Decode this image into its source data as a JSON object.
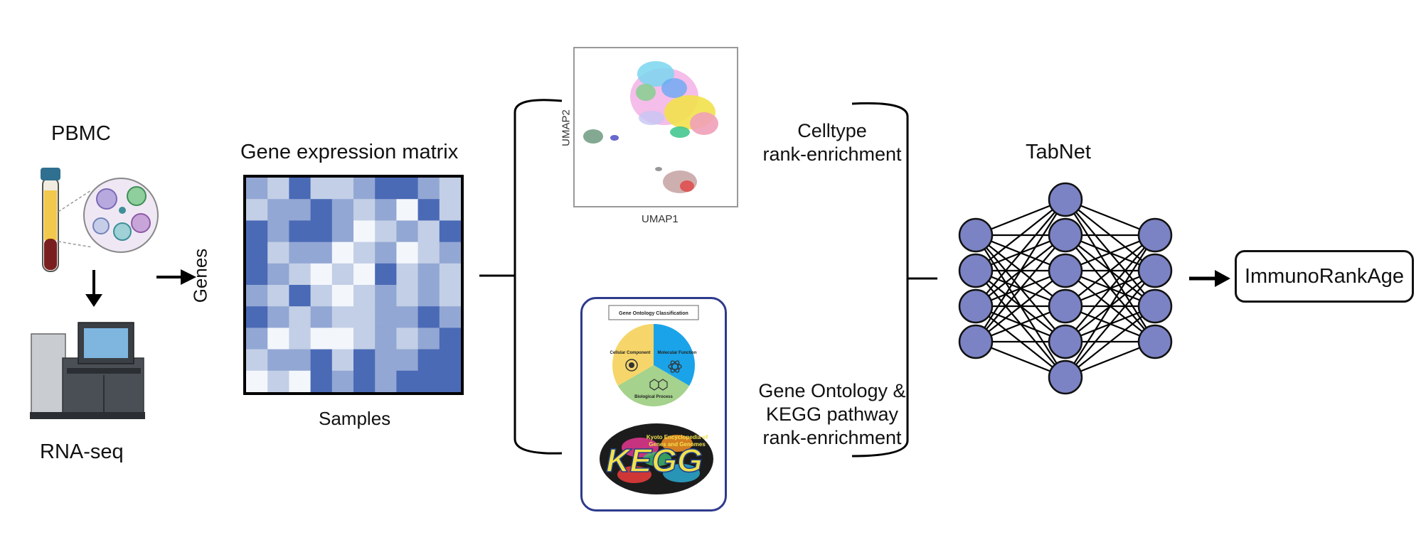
{
  "labels": {
    "pbmc": "PBMC",
    "rnaseq": "RNA-seq",
    "matrix_title": "Gene expression matrix",
    "genes": "Genes",
    "samples": "Samples",
    "umap1": "UMAP1",
    "umap2": "UMAP2",
    "celltype_line1": "Celltype",
    "celltype_line2": "rank-enrichment",
    "go_line1": "Gene Ontology &",
    "go_line2": "KEGG pathway",
    "go_line3": "rank-enrichment",
    "tabnet": "TabNet",
    "output": "ImmunoRankAge"
  },
  "go_panel": {
    "title": "Gene Ontology Classification",
    "cellular": "Cellular Component",
    "molecular": "Molecular Function",
    "biological": "Biological Process"
  },
  "kegg": {
    "logo": "KEGG",
    "tagline_1": "Kyoto Encyclopedia of",
    "tagline_2": "Genes and Genomes"
  },
  "matrix": {
    "rows": 10,
    "cols": 10,
    "levels": [
      [
        2,
        1,
        3,
        1,
        1,
        2,
        3,
        3,
        2,
        1
      ],
      [
        1,
        2,
        2,
        3,
        2,
        1,
        2,
        0,
        3,
        1
      ],
      [
        3,
        2,
        3,
        3,
        2,
        0,
        1,
        2,
        1,
        3
      ],
      [
        3,
        1,
        2,
        2,
        0,
        1,
        2,
        0,
        1,
        2
      ],
      [
        3,
        2,
        1,
        0,
        1,
        0,
        3,
        1,
        2,
        1
      ],
      [
        2,
        1,
        3,
        1,
        0,
        1,
        2,
        1,
        2,
        1
      ],
      [
        3,
        2,
        1,
        2,
        1,
        1,
        2,
        2,
        3,
        2
      ],
      [
        2,
        0,
        1,
        0,
        0,
        1,
        2,
        1,
        2,
        3
      ],
      [
        1,
        2,
        2,
        3,
        1,
        3,
        2,
        2,
        3,
        3
      ],
      [
        0,
        1,
        0,
        3,
        2,
        3,
        2,
        3,
        3,
        3
      ]
    ]
  },
  "colors": {
    "matrix_levels": [
      "#f3f6fb",
      "#c3cfe6",
      "#93a7d4",
      "#4a6ab6"
    ],
    "node_fill": "#7b83c4",
    "panel_border": "#2e3a8c",
    "go_blue": "#1aa3e8",
    "go_yellow": "#f6d66a",
    "go_green": "#a5d28c"
  },
  "network": {
    "layers": [
      4,
      6,
      4
    ]
  }
}
